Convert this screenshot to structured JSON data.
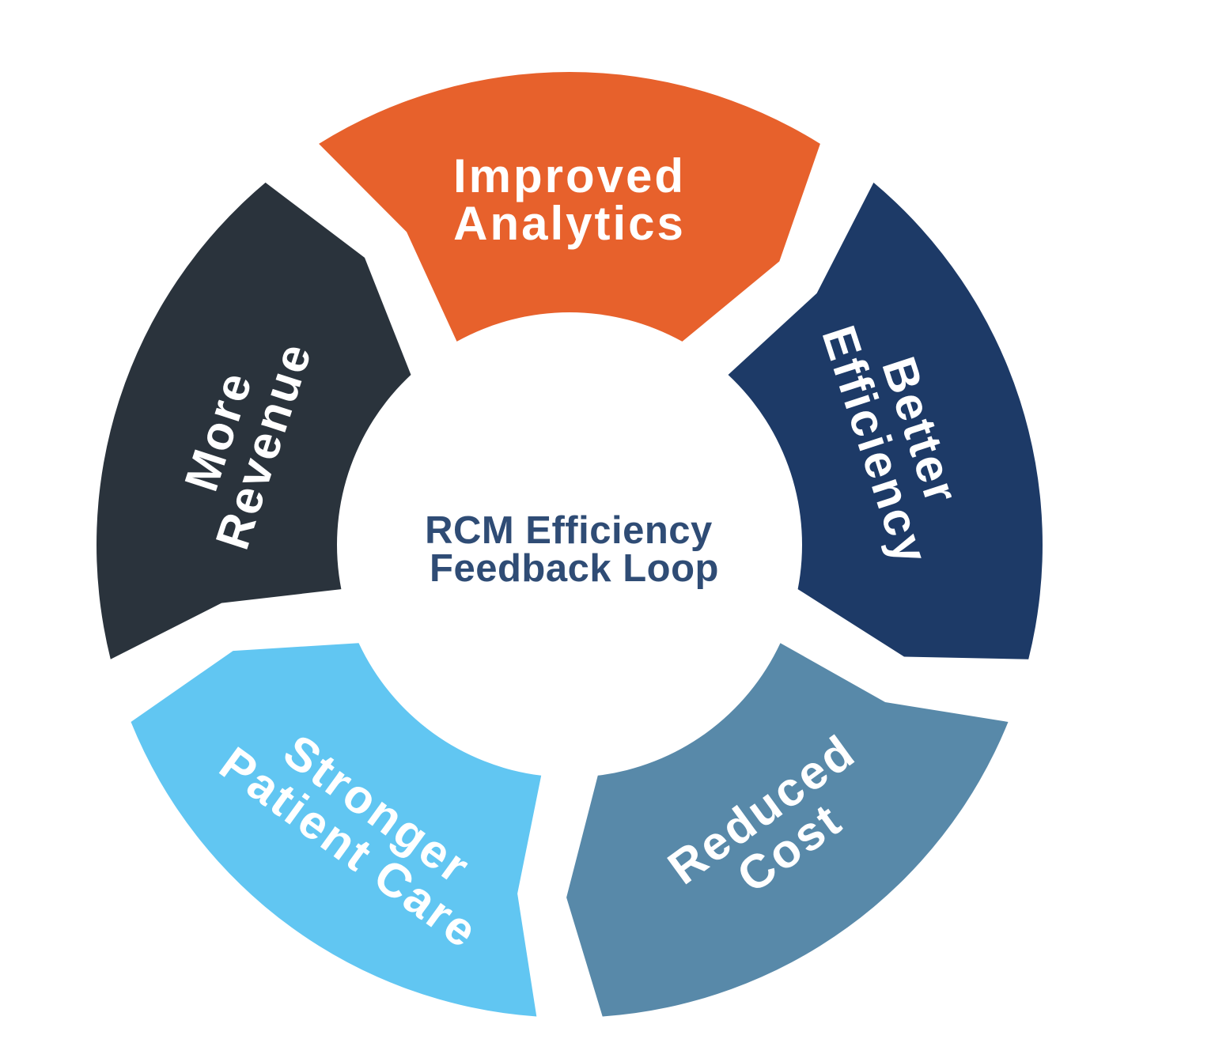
{
  "center_title": {
    "line1": "RCM Efficiency",
    "line2": "Feedback Loop"
  },
  "colors": {
    "background": "#ffffff",
    "center_title": "#2f4c75",
    "segment_label": "#ffffff",
    "orange": "#e7612c",
    "navy": "#1d3a67",
    "steel_blue": "#5889a9",
    "light_blue": "#61c6f2",
    "charcoal": "#2a333c"
  },
  "segments": [
    {
      "id": "improved-analytics",
      "line1": "Improved",
      "line2": "Analytics",
      "color": "#e7612c",
      "angle": 0,
      "rotation": 0
    },
    {
      "id": "better-efficiency",
      "line1": "Better",
      "line2": "Efficiency",
      "color": "#1d3a67",
      "angle": 72,
      "rotation": 72
    },
    {
      "id": "reduced-cost",
      "line1": "Reduced",
      "line2": "Cost",
      "color": "#5889a9",
      "angle": 144,
      "rotation": -36
    },
    {
      "id": "stronger-patient-care",
      "line1": "Stronger",
      "line2": "Patient Care",
      "color": "#61c6f2",
      "angle": 216,
      "rotation": 36
    },
    {
      "id": "more-revenue",
      "line1": "More",
      "line2": "Revenue",
      "color": "#2a333c",
      "angle": 288,
      "rotation": -72
    }
  ]
}
